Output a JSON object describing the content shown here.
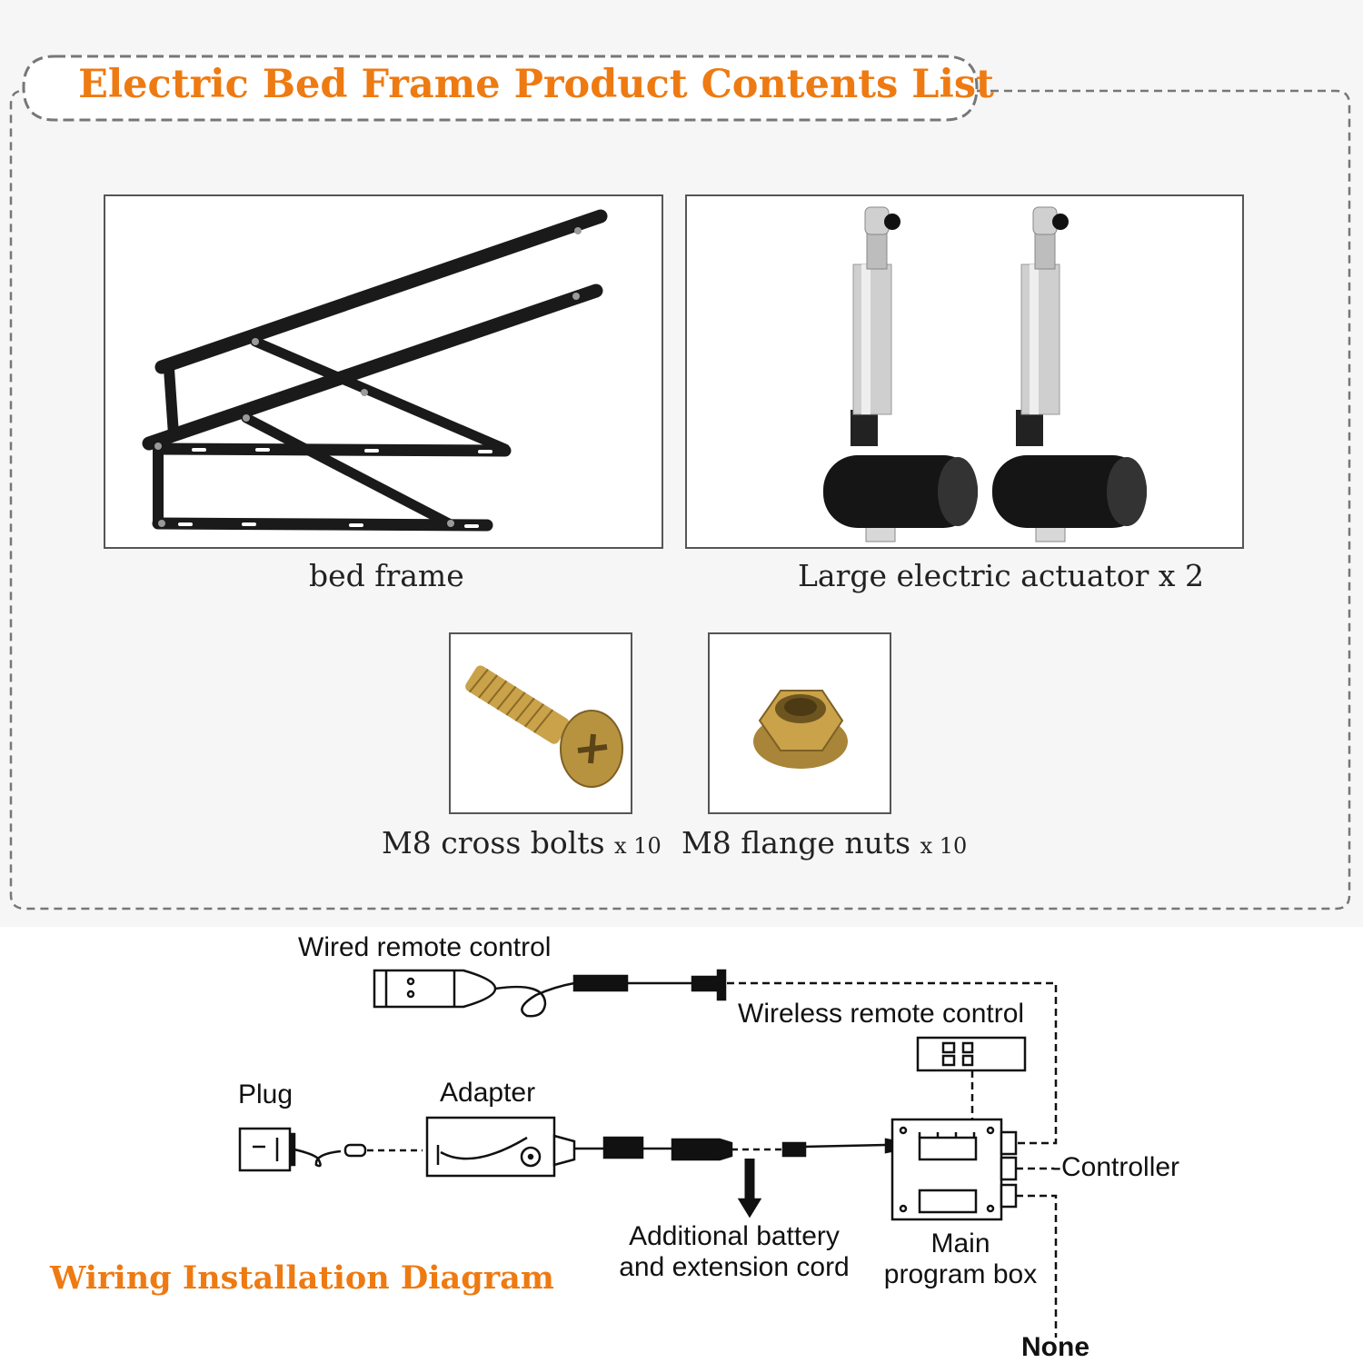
{
  "contents_title": "Electric Bed Frame Product Contents List",
  "items": [
    {
      "label": "bed frame"
    },
    {
      "label": "Large electric actuator x 2"
    },
    {
      "label": "M8 cross bolts",
      "qty": "x 10"
    },
    {
      "label": "M8 flange nuts",
      "qty": "x 10"
    }
  ],
  "wiring": {
    "title": "Wiring Installation Diagram",
    "wired_remote": "Wired remote control",
    "wireless_remote": "Wireless remote control",
    "plug": "Plug",
    "adapter": "Adapter",
    "battery_line1": "Additional battery",
    "battery_line2": "and extension cord",
    "main_box_line1": "Main",
    "main_box_line2": "program box",
    "controller": "-Controller",
    "none": "None"
  },
  "colors": {
    "accent": "#ee7a12",
    "frame": "#1a1a1a",
    "actuator_tube": "#c8c8c8",
    "hardware_gold": "#c9a24a"
  }
}
